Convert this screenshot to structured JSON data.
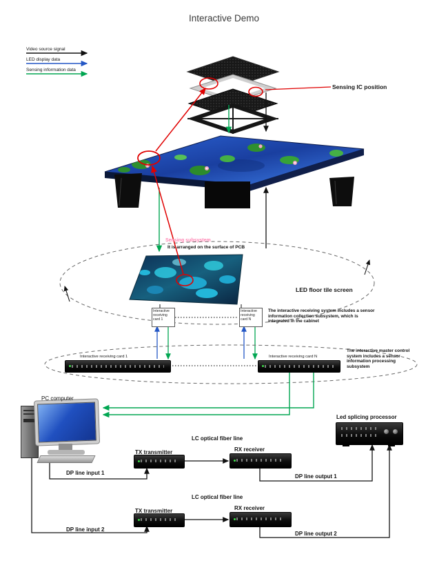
{
  "title": "Interactive Demo",
  "legend": {
    "items": [
      {
        "label": "Video source signal",
        "color": "#111111"
      },
      {
        "label": "LED display data",
        "color": "#2457c5"
      },
      {
        "label": "Sensing information data",
        "color": "#00a651"
      }
    ]
  },
  "top_section": {
    "sensing_ic_position": "Sensing IC position"
  },
  "middle_section": {
    "sensing_subsystem": "Sensing subsystem",
    "pcb_note": "It is arranged on the surface of PCB",
    "led_floor_tile_screen": "LED floor tile screen",
    "receiving_card_1": "Interactive receiving card 1",
    "receiving_card_n": "Interactive receiving card N",
    "receiving_system_note": "The interactive receiving system includes a sensor information collection subsystem, which is integrated in the cabinet"
  },
  "master_section": {
    "receiving_card_1": "Interactive receiving card 1",
    "receiving_card_n": "Interactive receiving card N",
    "master_note": "The interactive master control system includes a sensor information processing subsystem"
  },
  "bottom_section": {
    "pc_computer": "PC computer",
    "led_splicing_processor": "Led splicing processor",
    "link1": {
      "lc_fiber": "LC optical fiber line",
      "tx": "TX transmitter",
      "rx": "RX receiver",
      "dp_input": "DP line input 1",
      "dp_output": "DP line output 1"
    },
    "link2": {
      "lc_fiber": "LC optical fiber line",
      "tx": "TX transmitter",
      "rx": "RX receiver",
      "dp_input": "DP line input 2",
      "dp_output": "DP line output 2"
    }
  },
  "colors": {
    "video_signal": "#111111",
    "led_data": "#2457c5",
    "sensing_data": "#00a651",
    "highlight_red": "#e00000",
    "subsystem_pink": "#ff85b3"
  }
}
